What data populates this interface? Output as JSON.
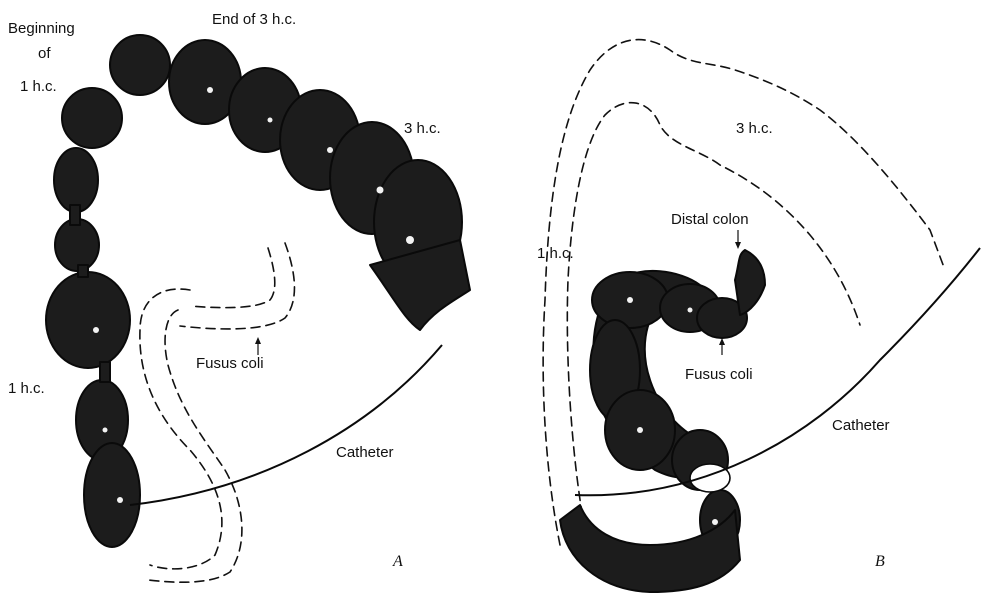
{
  "panel_a": {
    "letter": "A",
    "labels": {
      "beginning_line1": "Beginning",
      "beginning_line2": "of",
      "beginning_line3": "1 h.c.",
      "end_3hc": "End of 3 h.c.",
      "haustral_3": "3 h.c.",
      "haustral_1": "1 h.c.",
      "fusus_coli": "Fusus coli",
      "catheter": "Catheter"
    }
  },
  "panel_b": {
    "letter": "B",
    "labels": {
      "haustral_3": "3 h.c.",
      "haustral_1": "1 h.c.",
      "distal_colon": "Distal colon",
      "fusus_coli": "Fusus coli",
      "catheter": "Catheter"
    }
  },
  "colors": {
    "ink": "#111111",
    "tissue": "#1c1c1c",
    "background": "#ffffff"
  }
}
